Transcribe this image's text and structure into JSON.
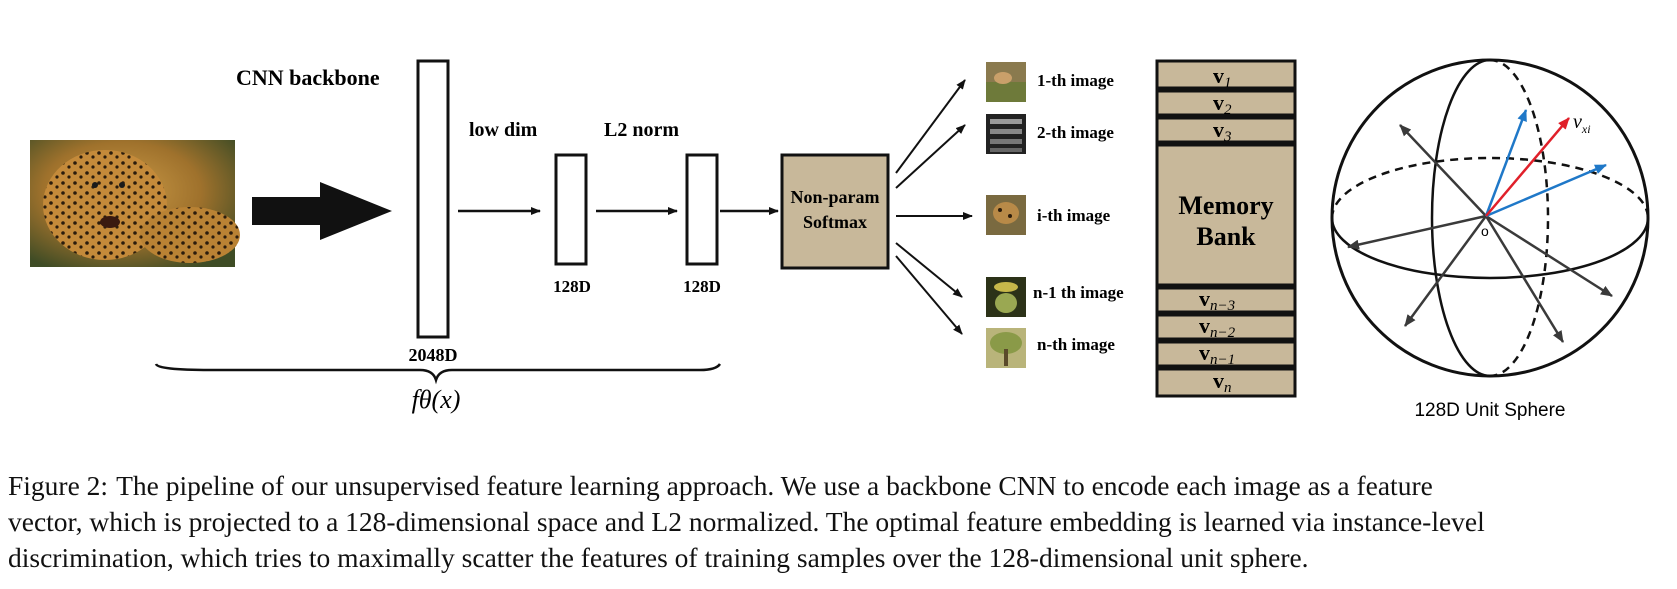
{
  "labels": {
    "cnn_backbone": "CNN backbone",
    "low_dim": "low dim",
    "l2_norm": "L2 norm",
    "dim_2048": "2048D",
    "dim_128_a": "128D",
    "dim_128_b": "128D",
    "f_theta": "fθ(x)",
    "softmax_line1": "Non-param",
    "softmax_line2": "Softmax"
  },
  "images": [
    {
      "label": "1-th image"
    },
    {
      "label": "2-th image"
    },
    {
      "label": "i-th image"
    },
    {
      "label": "n-1 th image"
    },
    {
      "label": "n-th image"
    }
  ],
  "memory_bank": {
    "title_line1": "Memory",
    "title_line2": "Bank",
    "top_rows": [
      "v",
      "v",
      "v"
    ],
    "top_subs": [
      "1",
      "2",
      "3"
    ],
    "bottom_rows": [
      "v",
      "v",
      "v",
      "v"
    ],
    "bottom_subs": [
      "n−3",
      "n−2",
      "n−1",
      "n"
    ]
  },
  "sphere": {
    "origin": "o",
    "vector_label": "v",
    "vector_sub": "xi",
    "caption": "128D Unit Sphere"
  },
  "colors": {
    "box_fill": "#c8b89a",
    "accent_red": "#e0202a",
    "accent_blue": "#1f78c8",
    "arrow_gray": "#3a3a3a"
  },
  "caption": {
    "figure_label": "Figure 2:",
    "line1": "The pipeline of our unsupervised feature learning approach.  We use a backbone CNN to encode each image as a feature",
    "line2": "vector, which is projected to a 128-dimensional space and L2 normalized.  The optimal feature embedding is learned via instance-level",
    "line3": "discrimination, which tries to maximally scatter the features of training samples over the 128-dimensional unit sphere."
  }
}
